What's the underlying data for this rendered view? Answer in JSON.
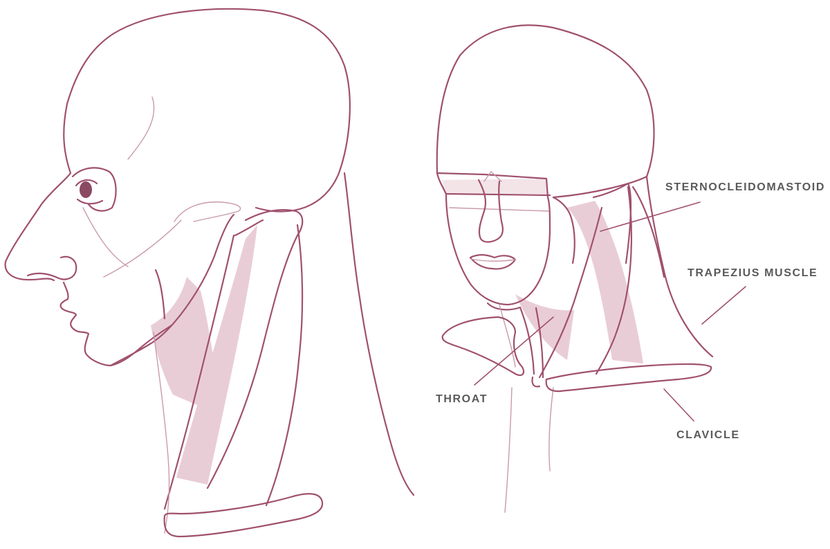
{
  "labels": {
    "sternocleidomastoid": "STERNOCLEIDOMASTOID",
    "trapezius": "TRAPEZIUS MUSCLE",
    "throat": "THROAT",
    "clavicle": "CLAVICLE"
  },
  "colors": {
    "line": "#a0506e",
    "line_light": "#c99aab",
    "shade": "#e9cdd6",
    "label_text": "#5a5a5a",
    "leader": "#a0506e"
  },
  "icons": {
    "left_figure": "head-profile-illustration",
    "right_figure": "head-three-quarter-illustration"
  }
}
